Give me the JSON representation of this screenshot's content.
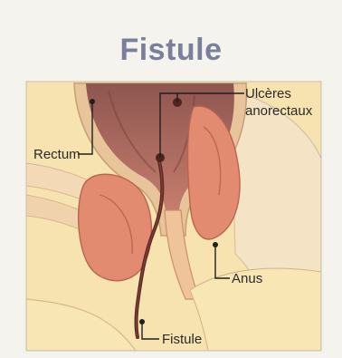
{
  "title": "Fistule",
  "labels": {
    "rectum": "Rectum",
    "ulceres_line1": "Ulcères",
    "ulceres_line2": "anorectaux",
    "anus": "Anus",
    "fistule": "Fistule"
  },
  "colors": {
    "title": "#7a7f9c",
    "background": "#f4f3ee",
    "skin": "#f6dfa6",
    "tissue": "#e08c6f",
    "rectum_wall": "#a85f55",
    "fistula_tract": "#5b2a24"
  }
}
